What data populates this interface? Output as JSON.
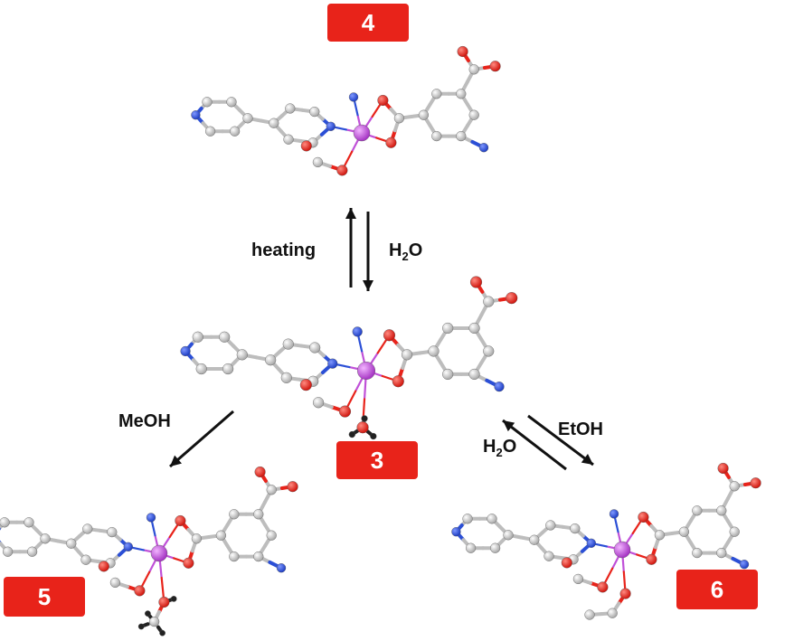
{
  "badges": {
    "b4": "4",
    "b3": "3",
    "b5": "5",
    "b6": "6"
  },
  "labels": {
    "heating": "heating",
    "h2o_top": {
      "pre": "H",
      "sub": "2",
      "post": "O"
    },
    "meoh": "MeOH",
    "etoh": "EtOH",
    "h2o_right": {
      "pre": "H",
      "sub": "2",
      "post": "O"
    }
  },
  "colors": {
    "badge": "#e8231a",
    "carbon": "#c8c8c8",
    "oxygen": "#e8231a",
    "nitrogen": "#2b4fd6",
    "metal": "#c050d8",
    "hydrogen": "#222222",
    "arrow": "#111111"
  }
}
